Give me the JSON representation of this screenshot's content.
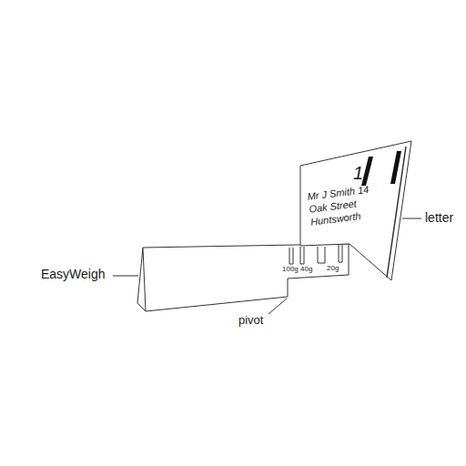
{
  "diagram": {
    "nodes": [
      {
        "text": [
          "1",
          "Mr J Smith 14 Oak Street Huntsworth"
        ]
      }
    ],
    "labels": [
      "EasyWeigh",
      "pivot",
      "letter",
      "100g",
      "40g",
      "20g"
    ]
  }
}
